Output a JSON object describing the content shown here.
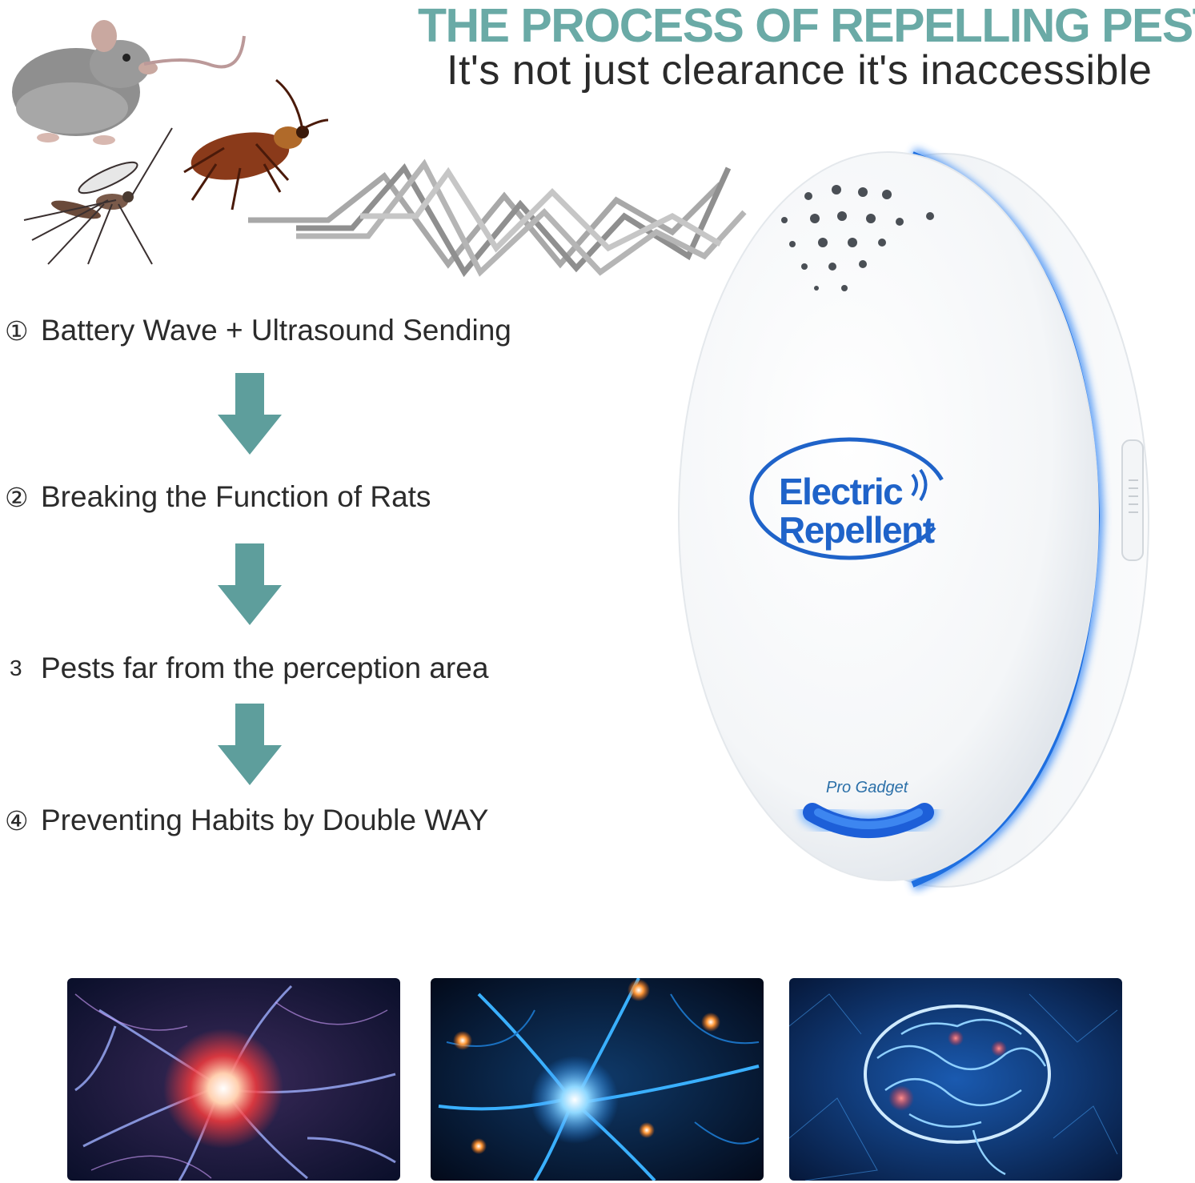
{
  "headline": "THE PROCESS OF REPELLING PESTS",
  "subheadline": "It's not just clearance  it's inaccessible",
  "steps": [
    {
      "num": "①",
      "label": "Battery Wave + Ultrasound Sending"
    },
    {
      "num": "②",
      "label": "Breaking the Function of Rats"
    },
    {
      "num": "3",
      "label": "Pests far from the perception area"
    },
    {
      "num": "④",
      "label": "Preventing Habits by Double WAY"
    }
  ],
  "device": {
    "logo_line1": "Electric",
    "logo_line2": "Repellent",
    "brand": "Pro Gadget"
  },
  "colors": {
    "headline": "#6aaaa6",
    "arrow": "#5e9e9c",
    "device_glow": "#1f6fe0",
    "logo_text": "#1f63c9"
  },
  "icons": {
    "pests": [
      "rat-icon",
      "mosquito-icon",
      "cockroach-icon"
    ],
    "panels": [
      "neuron-red-image",
      "neuron-blue-image",
      "brain-image"
    ]
  }
}
